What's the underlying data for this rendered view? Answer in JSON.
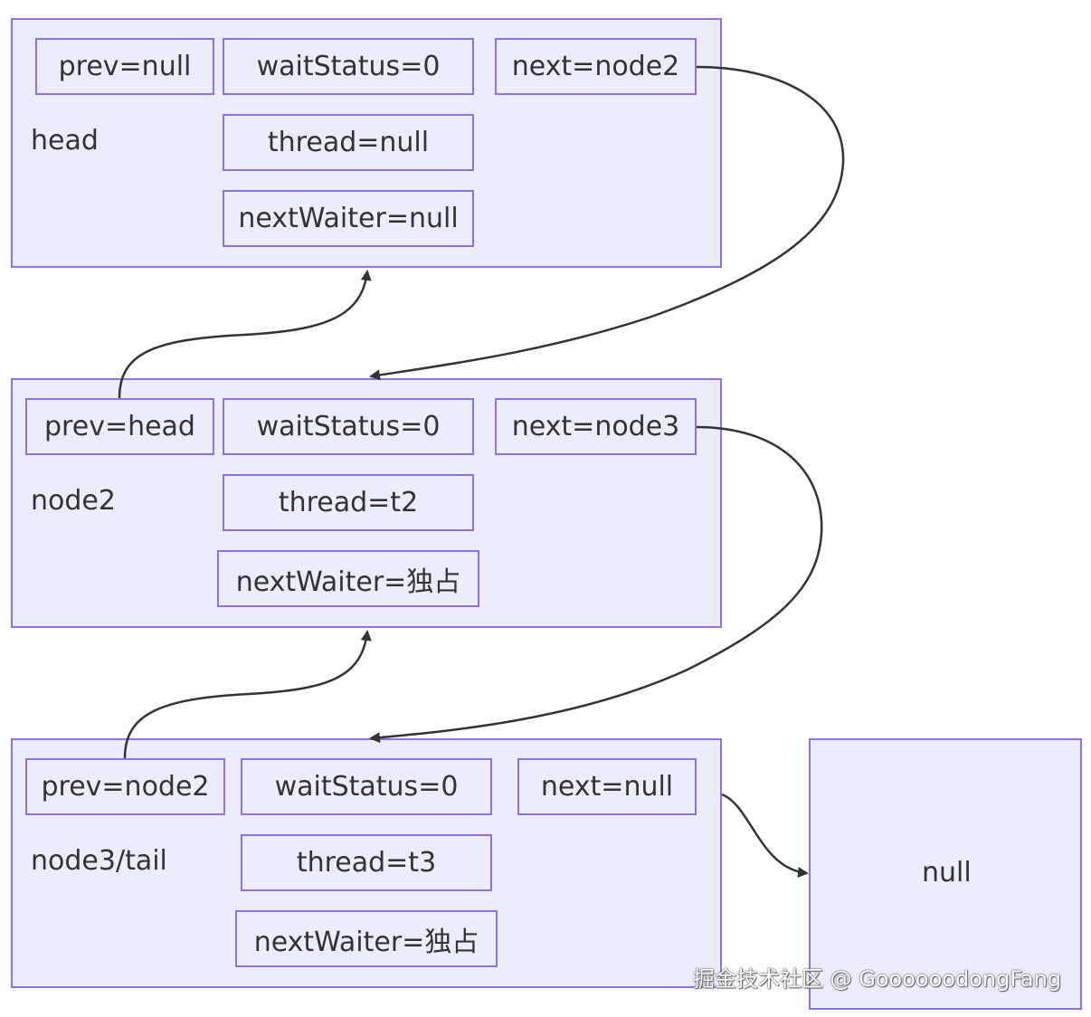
{
  "nodes": {
    "head": {
      "label": "head",
      "prev": "prev=null",
      "waitStatus": "waitStatus=0",
      "next": "next=node2",
      "thread": "thread=null",
      "nextWaiter": "nextWaiter=null"
    },
    "node2": {
      "label": "node2",
      "prev": "prev=head",
      "waitStatus": "waitStatus=0",
      "next": "next=node3",
      "thread": "thread=t2",
      "nextWaiter": "nextWaiter=独占"
    },
    "node3": {
      "label": "node3/tail",
      "prev": "prev=node2",
      "waitStatus": "waitStatus=0",
      "next": "next=null",
      "thread": "thread=t3",
      "nextWaiter": "nextWaiter=独占"
    },
    "null_box": {
      "label": "null"
    }
  },
  "watermark": "掘金技术社区 @ GoooooodongFang",
  "colors": {
    "node_fill": "#ececff",
    "node_border": "#9370db",
    "edge": "#333333",
    "text": "#333333"
  }
}
